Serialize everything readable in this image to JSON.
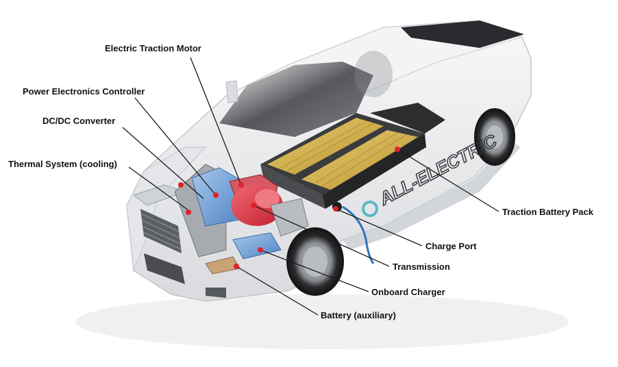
{
  "diagram": {
    "labels": {
      "motor": "Electric Traction Motor",
      "pec": "Power Electronics Controller",
      "dcdc": "DC/DC Converter",
      "thermal": "Thermal System (cooling)",
      "traction_battery": "Traction Battery Pack",
      "charge_port": "Charge Port",
      "transmission": "Transmission",
      "onboard_charger": "Onboard Charger",
      "aux_battery": "Battery (auxiliary)"
    },
    "badge_text": "ALL-ELECTRIC",
    "colors": {
      "pointer_dot": "#e0222a",
      "leader_line": "#1a1a1a",
      "battery_cells": "#d4b04a",
      "motor": "#e23a48",
      "dcdc": "#6fa3dc",
      "body": "#eeeff1"
    }
  }
}
